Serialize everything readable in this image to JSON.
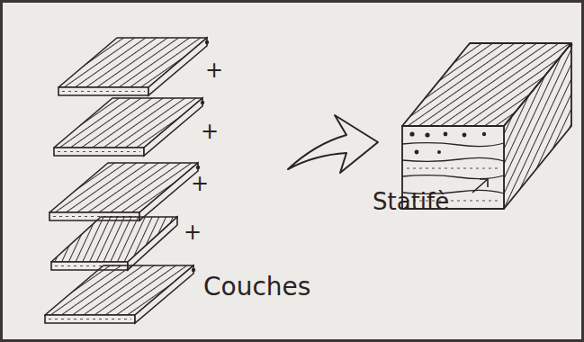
{
  "diagram": {
    "labels": [
      "+",
      "+",
      "+",
      "+",
      "Couches",
      "Statifè"
    ]
  }
}
